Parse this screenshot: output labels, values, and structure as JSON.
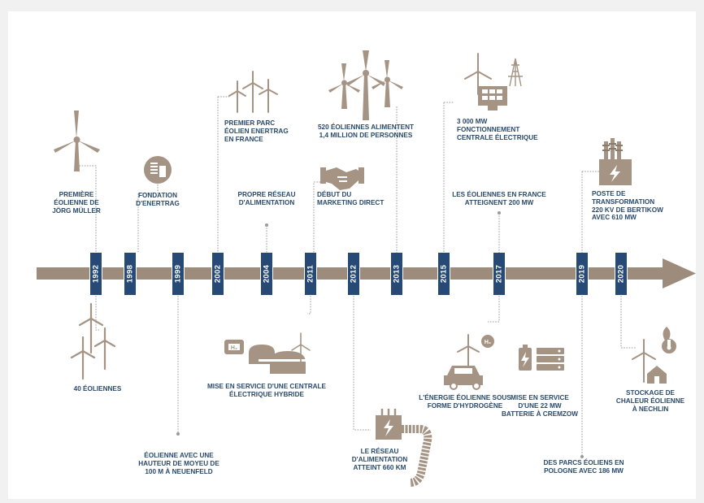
{
  "colors": {
    "arrow": "#9d8b7c",
    "icon": "#a59484",
    "year_badge": "#264a75",
    "text": "#2a4a6b",
    "leader": "#9a9a9a"
  },
  "years": [
    {
      "id": "1992",
      "label": "1992"
    },
    {
      "id": "1998",
      "label": "1998"
    },
    {
      "id": "1999",
      "label": "1999"
    },
    {
      "id": "2002",
      "label": "2002"
    },
    {
      "id": "2004",
      "label": "2004"
    },
    {
      "id": "2011",
      "label": "2011"
    },
    {
      "id": "2012",
      "label": "2012"
    },
    {
      "id": "2013",
      "label": "2013"
    },
    {
      "id": "2015",
      "label": "2015"
    },
    {
      "id": "2017",
      "label": "2017"
    },
    {
      "id": "2019",
      "label": "2019"
    },
    {
      "id": "2020",
      "label": "2020"
    }
  ],
  "events": {
    "e1992_top": {
      "text": "PREMIÈRE\nÉOLIENNE DE\nJÖRG MÜLLER",
      "icon": "single-wind-turbine-icon"
    },
    "e1992_bottom": {
      "text": "40 ÉOLIENNES",
      "icon": "wind-turbine-group-icon"
    },
    "e1998_top": {
      "text": "FONDATION\nD'ENERTRAG",
      "icon": "building-circle-icon"
    },
    "e1999_bottom": {
      "text": "ÉOLIENNE AVEC UNE\nHAUTEUR DE MOYEU DE\n100 M À NEUENFELD"
    },
    "e2002_top": {
      "text": "PREMIER PARC\nÉOLIEN ENERTRAG\nEN FRANCE",
      "icon": "wind-park-icon"
    },
    "e2004_top": {
      "text": "PROPRE RÉSEAU\nD'ALIMENTATION"
    },
    "e2011_top": {
      "text": "DÉBUT DU\nMARKETING DIRECT",
      "icon": "handshake-icon"
    },
    "e2011_bottom": {
      "text": "MISE EN SERVICE D'UNE CENTRALE\nÉLECTRIQUE HYBRIDE",
      "icon": "hybrid-power-plant-icon"
    },
    "e2012_bottom": {
      "text": "LE RÉSEAU\nD'ALIMENTATION\nATTEINT 660 KM",
      "icon": "power-grid-cable-icon"
    },
    "e2013_top": {
      "text": "520 ÉOLIENNES ALIMENTENT\n1,4 MILLION DE PERSONNES",
      "icon": "three-wind-turbines-icon"
    },
    "e2015_top": {
      "text": "3 000 MW\nFONCTIONNEMENT\nCENTRALE ÉLECTRIQUE",
      "icon": "turbine-solar-pylon-icon"
    },
    "e2017_top": {
      "text": "LES ÉOLIENNES EN FRANCE\nATTEIGNENT 200 MW"
    },
    "e2017_bottom_a": {
      "text": "L'ÉNERGIE ÉOLIENNE SOUS\nFORME D'HYDROGÈNE",
      "icon": "hydrogen-car-icon"
    },
    "e2017_bottom_b": {
      "text": "MISE EN SERVICE\nD'UNE 22 MW\nBATTERIE À CREMZOW",
      "icon": "battery-storage-icon"
    },
    "e2019_top": {
      "text": "POSTE DE\nTRANSFORMATION\n220 KV DE BERTIKOW\nAVEC 610 MW",
      "icon": "transformer-substation-icon"
    },
    "e2019_bottom": {
      "text": "DES PARCS ÉOLIENS EN\nPOLOGNE AVEC 186 MW"
    },
    "e2020_bottom": {
      "text": "STOCKAGE DE\nCHALEUR ÉOLIENNE\nÀ NECHLIN",
      "icon": "heat-storage-icon"
    }
  }
}
